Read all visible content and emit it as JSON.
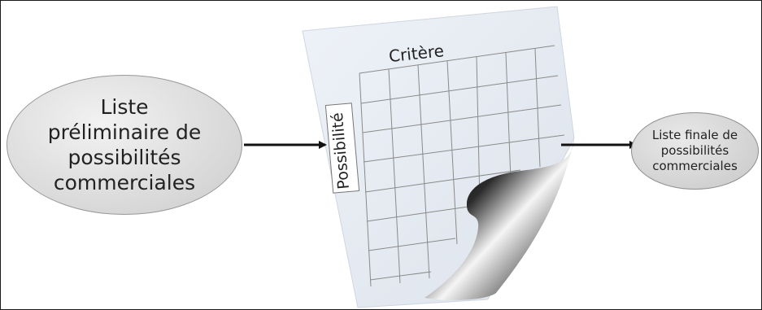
{
  "diagram": {
    "input_label": "Liste\npréliminaire de\npossibilités\ncommerciales",
    "matrix_column_label": "Critère",
    "matrix_row_label": "Possibilité",
    "output_label": "Liste finale de\npossibilités\ncommerciales"
  },
  "colors": {
    "ellipse_fill": "#d7d7d7",
    "sheet_fill": "#e9eef5",
    "grid_lines": "#8a8a8a",
    "arrows": "#111111"
  }
}
